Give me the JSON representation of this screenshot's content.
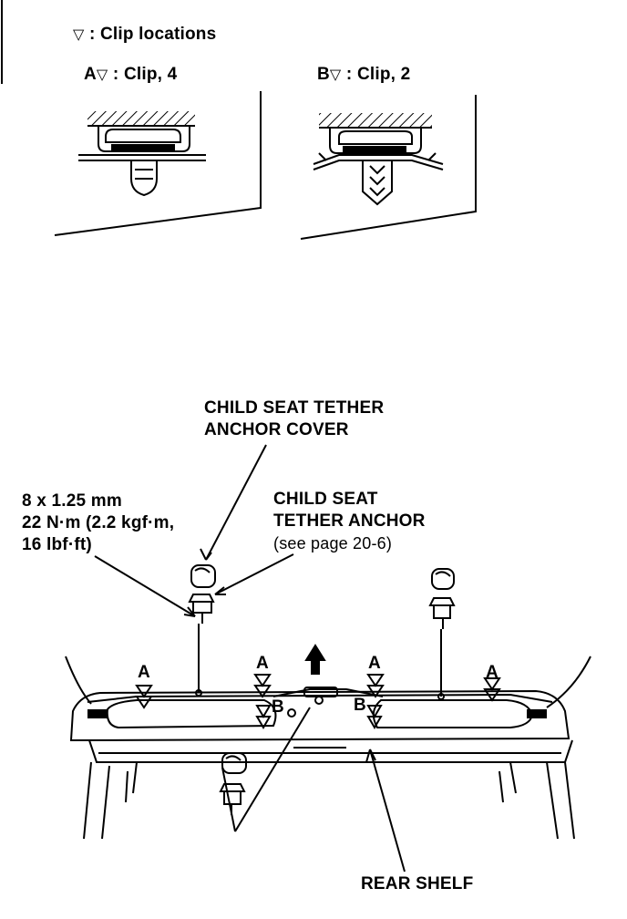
{
  "legend": {
    "clip_locations": "Clip locations",
    "clip_a": "Clip, 4",
    "clip_b": "Clip, 2",
    "letter_a": "A",
    "letter_b": "B"
  },
  "labels": {
    "cover_line1": "CHILD SEAT TETHER",
    "cover_line2": "ANCHOR COVER",
    "bolt_line1": "8 x 1.25 mm",
    "bolt_line2": "22 N·m (2.2 kgf·m,",
    "bolt_line3": "16 lbf·ft)",
    "anchor_line1": "CHILD SEAT",
    "anchor_line2": "TETHER ANCHOR",
    "anchor_line3": "(see page 20-6)",
    "rear_shelf": "REAR SHELF"
  },
  "markers": {
    "a1": "A",
    "a2": "A",
    "a3": "A",
    "a4": "A",
    "b1": "B",
    "b2": "B"
  },
  "icons": [
    "triangle-down-icon",
    "arrow-up-icon"
  ]
}
